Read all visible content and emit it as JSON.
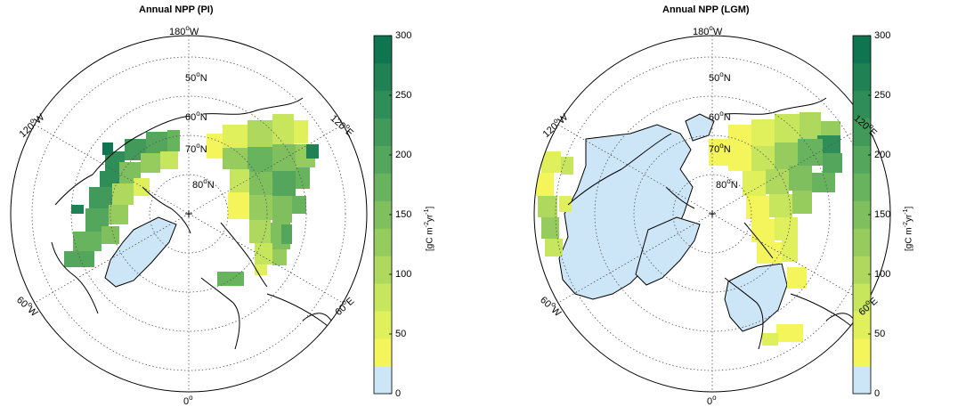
{
  "panels": [
    {
      "id": "pi",
      "title": "Annual NPP (PI)",
      "lon_labels": {
        "top": "180",
        "top_suffix": "W",
        "left_upper": "120",
        "left_upper_suffix": "W",
        "right_upper": "120",
        "right_upper_suffix": "E",
        "left_lower": "60",
        "left_lower_suffix": "W",
        "right_lower": "60",
        "right_lower_suffix": "E",
        "bottom": "0",
        "bottom_suffix": ""
      },
      "lat_labels": [
        {
          "v": "50",
          "s": "N"
        },
        {
          "v": "60",
          "s": "N"
        },
        {
          "v": "70",
          "s": "N"
        },
        {
          "v": "80",
          "s": "N"
        }
      ]
    },
    {
      "id": "lgm",
      "title": "Annual NPP (LGM)",
      "lon_labels": {
        "top": "180",
        "top_suffix": "W",
        "left_upper": "120",
        "left_upper_suffix": "W",
        "right_upper": "120",
        "right_upper_suffix": "E",
        "left_lower": "60",
        "left_lower_suffix": "W",
        "right_lower": "60",
        "right_lower_suffix": "E",
        "bottom": "0",
        "bottom_suffix": ""
      },
      "lat_labels": [
        {
          "v": "50",
          "s": "N"
        },
        {
          "v": "60",
          "s": "N"
        },
        {
          "v": "70",
          "s": "N"
        },
        {
          "v": "80",
          "s": "N"
        }
      ]
    }
  ],
  "colorbar": {
    "ticks": [
      "300",
      "250",
      "200",
      "150",
      "100",
      "50",
      "0"
    ],
    "unit_prefix": "[gC m",
    "unit_exp1": "-2",
    "unit_mid": "yr",
    "unit_exp2": "-1",
    "unit_suffix": "]",
    "min": 0,
    "max": 300,
    "step": 25,
    "colors": [
      "#cce5f7",
      "#f3f55a",
      "#dff05c",
      "#c7e65e",
      "#aed95e",
      "#96cc5e",
      "#7fbf5e",
      "#68b35e",
      "#54a65c",
      "#419a5a",
      "#2f8e57",
      "#1f8154",
      "#0f7450"
    ]
  },
  "palette": {
    "ice": "#cce5f7",
    "coast": "#000000",
    "grid": "#555555"
  }
}
